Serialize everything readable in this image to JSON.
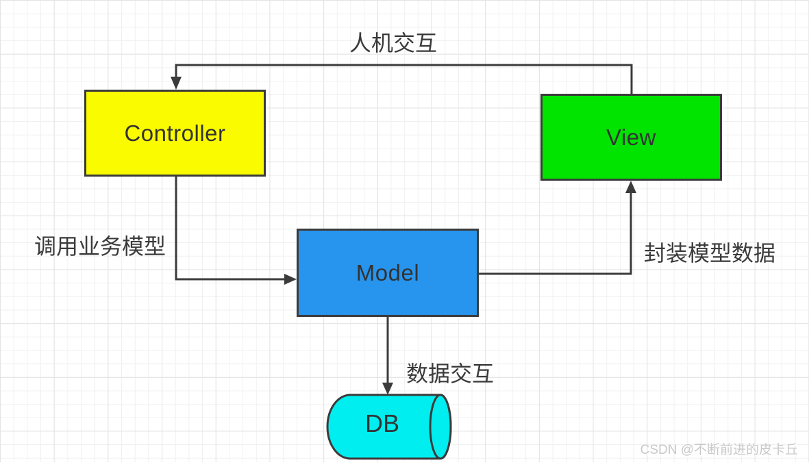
{
  "diagram": {
    "title_hint": "MVC architecture diagram",
    "stroke_color": "#3b3b3b",
    "nodes": {
      "controller": {
        "label": "Controller",
        "fill": "#fbfb00",
        "shape": "rectangle"
      },
      "view": {
        "label": "View",
        "fill": "#00e400",
        "shape": "rectangle"
      },
      "model": {
        "label": "Model",
        "fill": "#2795ee",
        "shape": "rectangle"
      },
      "db": {
        "label": "DB",
        "fill": "#00eef0",
        "shape": "cylinder"
      }
    },
    "edges": [
      {
        "label": "人机交互",
        "from": "view",
        "to": "controller"
      },
      {
        "label": "调用业务模型",
        "from": "controller",
        "to": "model"
      },
      {
        "label": "封装模型数据",
        "from": "model",
        "to": "view"
      },
      {
        "label": "数据交互",
        "from": "model",
        "to": "db"
      }
    ]
  },
  "watermark": {
    "text": "CSDN @不断前进的皮卡丘"
  }
}
